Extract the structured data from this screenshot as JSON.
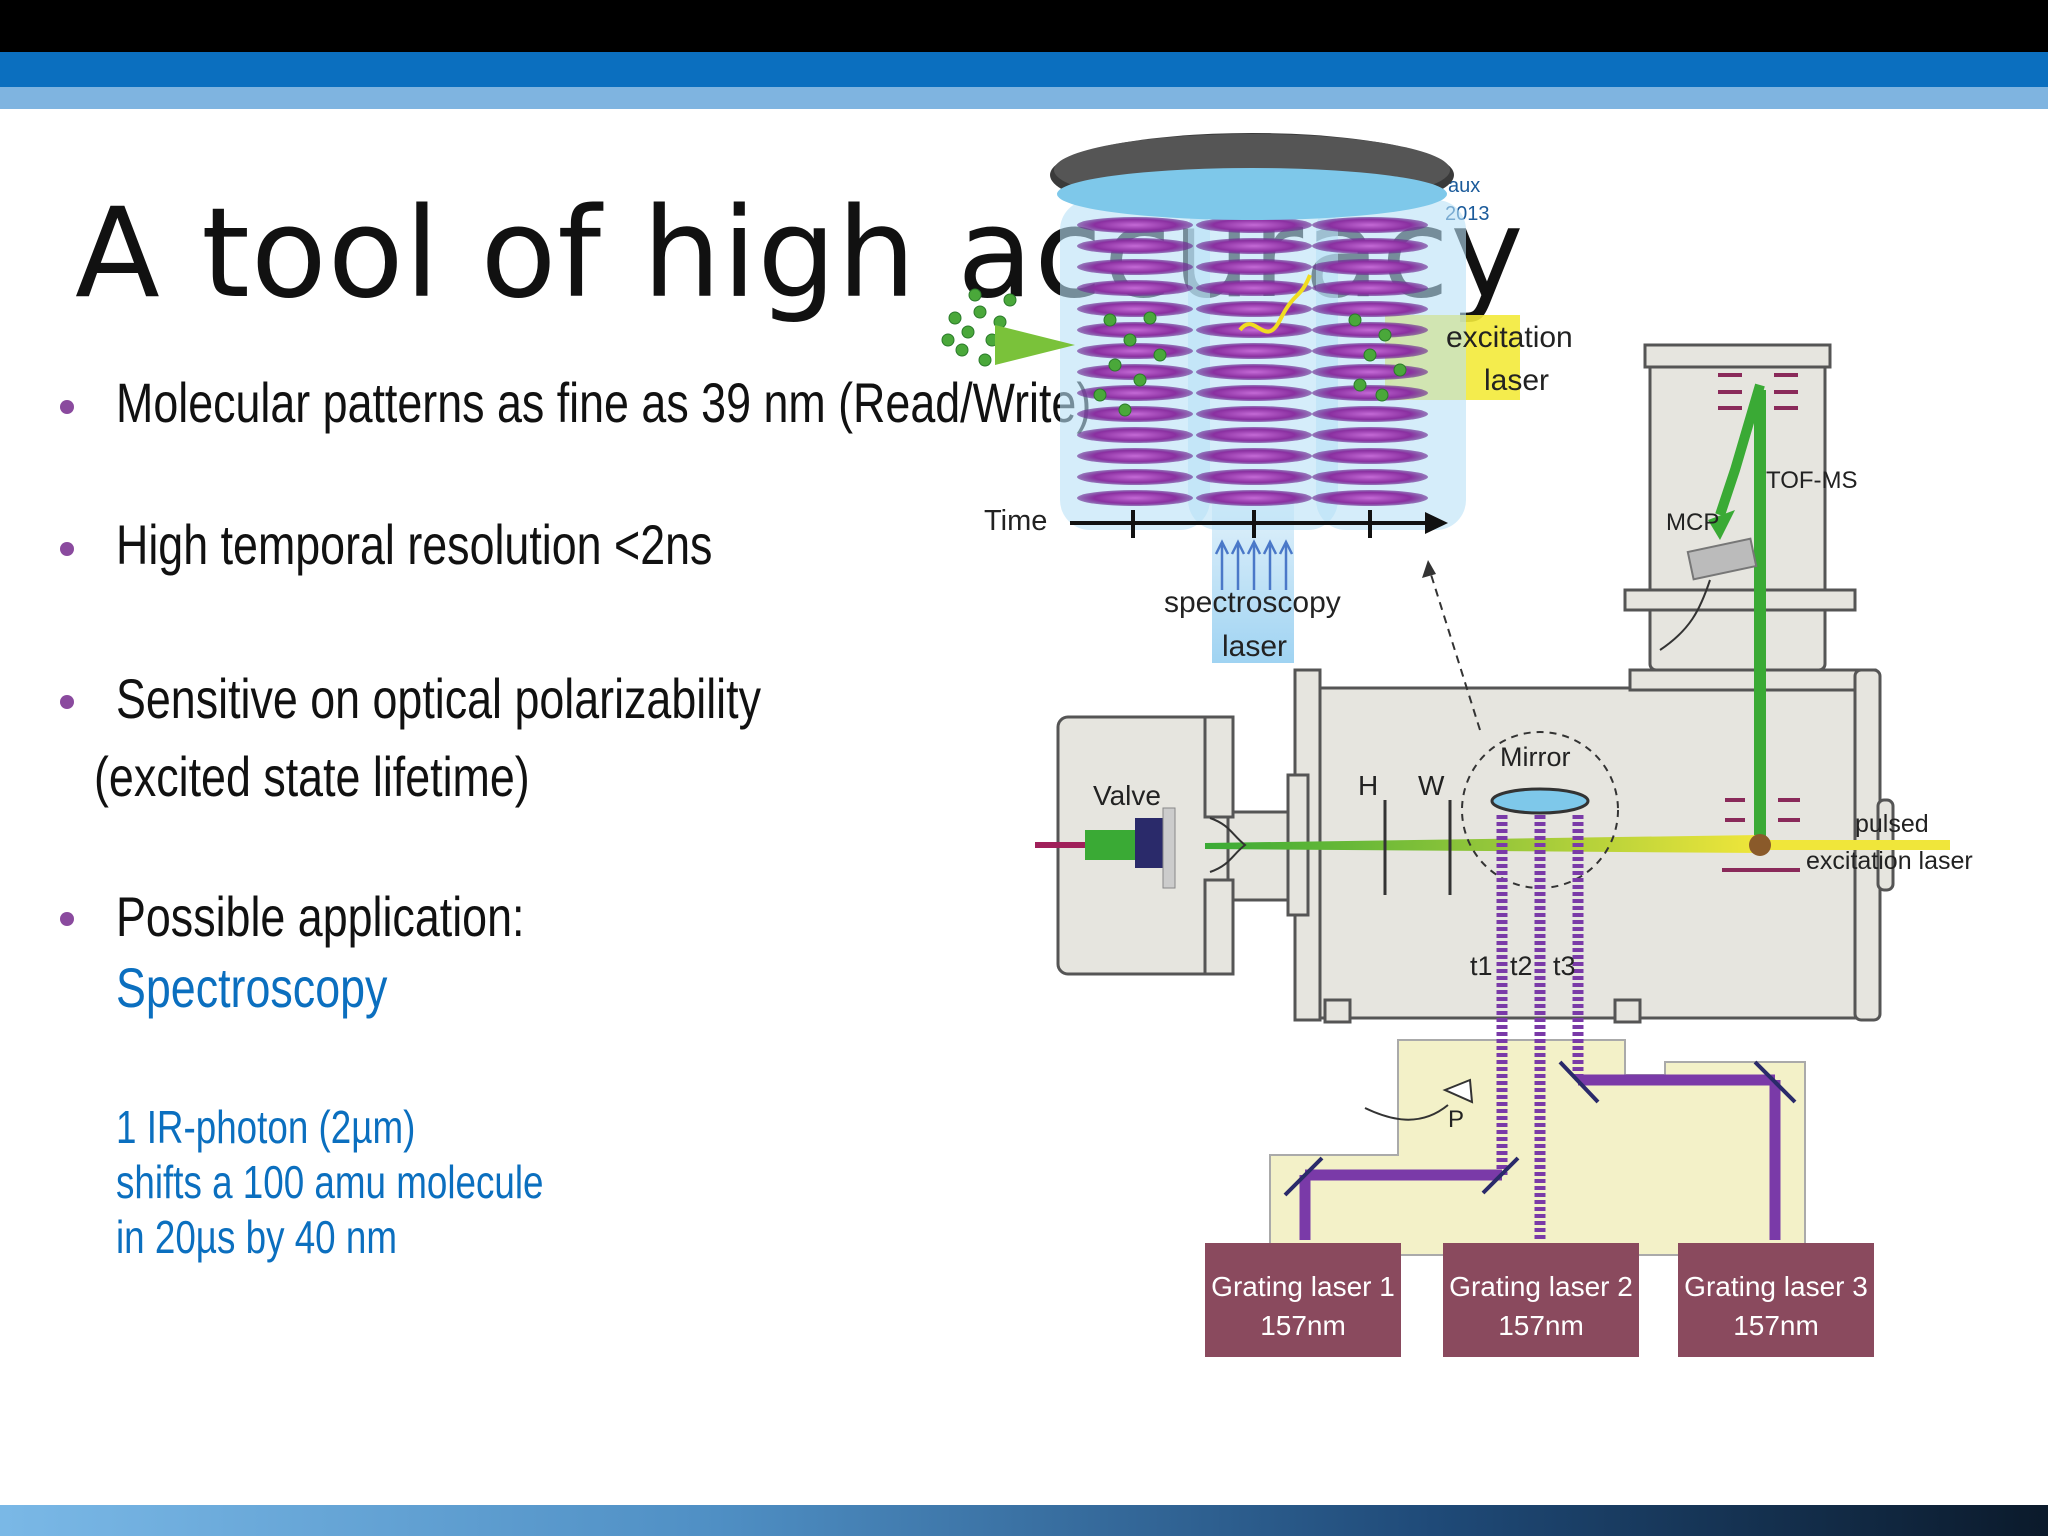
{
  "slide": {
    "title": "A tool of high accuracy",
    "bullets": [
      "Molecular patterns as fine as 39 nm (Read/Write)",
      "High temporal resolution  <2ns",
      "Sensitive on optical polarizability",
      "(excited state lifetime)",
      "Possible application:",
      "Spectroscopy",
      "1 IR-photon (2µm)",
      "shifts a 100 amu molecule",
      "in 20µs by 40 nm"
    ],
    "corner_fragment": [
      "aux",
      "2013"
    ]
  },
  "diagram": {
    "labels": {
      "time": "Time",
      "excitation_laser_1": "excitation",
      "excitation_laser_2": "laser",
      "spectroscopy_laser_1": "spectroscopy",
      "spectroscopy_laser_2": "laser",
      "tof_ms": "TOF-MS",
      "mcp": "MCP",
      "mirror": "Mirror",
      "valve": "Valve",
      "h": "H",
      "w": "W",
      "pulsed_1": "pulsed",
      "pulsed_2": "excitation laser",
      "t1": "t1",
      "t2": "t2",
      "t3": "t3",
      "p": "P"
    },
    "grating_lasers": [
      {
        "name": "Grating laser 1",
        "wavelength": "157nm"
      },
      {
        "name": "Grating laser 2",
        "wavelength": "157nm"
      },
      {
        "name": "Grating laser 3",
        "wavelength": "157nm"
      }
    ],
    "colors": {
      "chamber": "#e6e5df",
      "chamber_stroke": "#555555",
      "laser_box": "#8a4a5e",
      "molecule_beam": "#3aaa35",
      "excitation_beam": "#e8e33a",
      "grating_beam": "#7a3aa8",
      "standing_wave": "#9a3fb0",
      "mirror_blue": "#7ec8ea"
    }
  }
}
